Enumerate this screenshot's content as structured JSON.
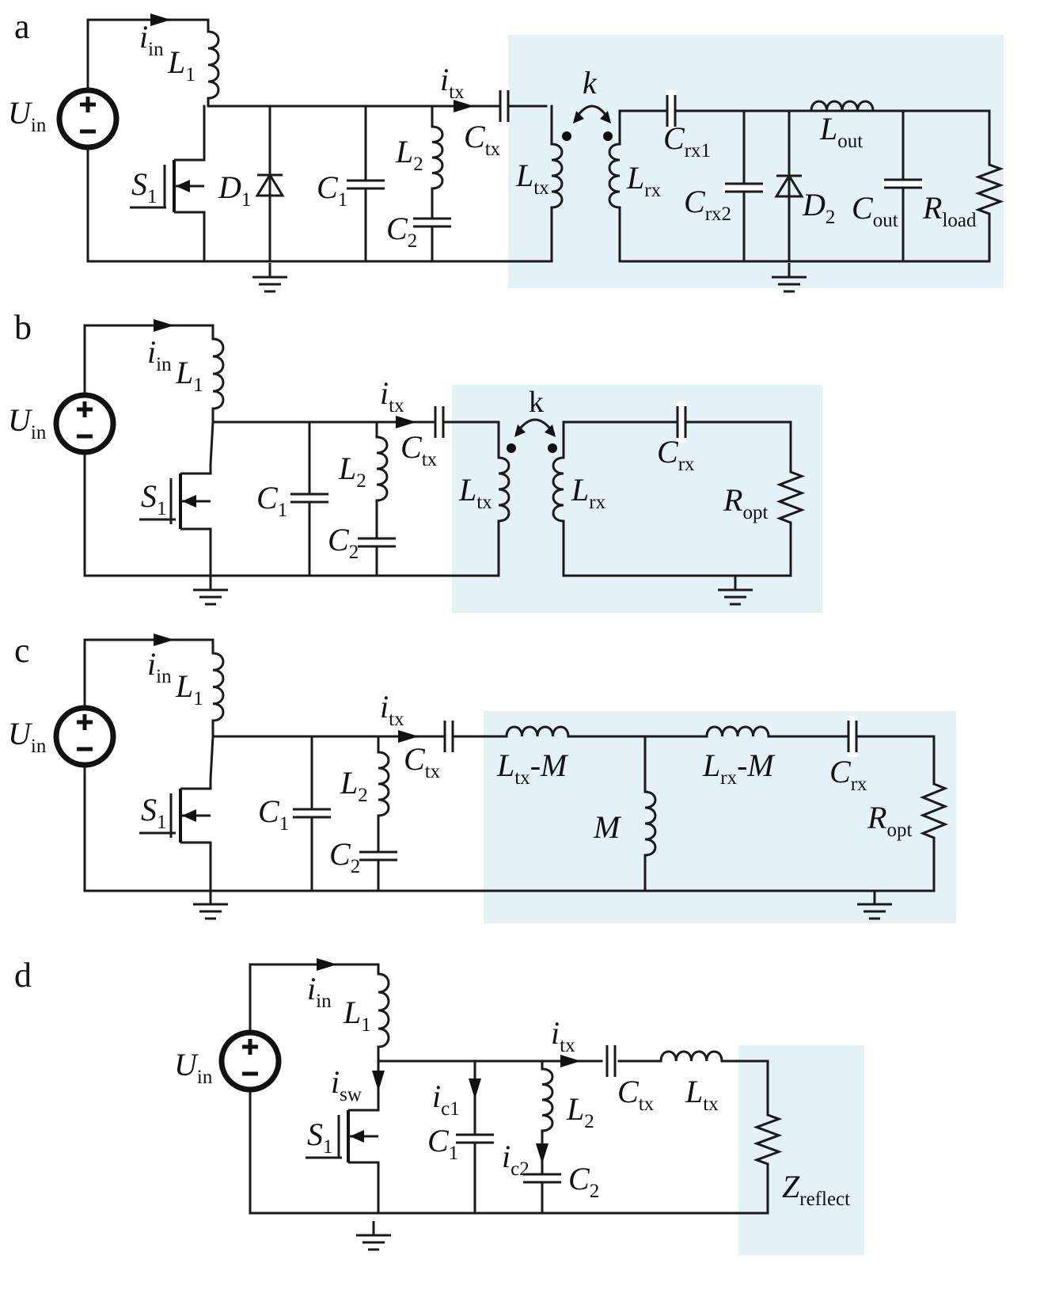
{
  "colors": {
    "highlight": "#e4f1f6",
    "wire": "#1a1a1a",
    "text": "#111111"
  },
  "panels": {
    "a": {
      "letter": "a",
      "labels": {
        "uin": [
          "U",
          "in"
        ],
        "iin": [
          "i",
          "in"
        ],
        "l1": [
          "L",
          "1"
        ],
        "s1": [
          "S",
          "1"
        ],
        "d1": [
          "D",
          "1"
        ],
        "c1": [
          "C",
          "1"
        ],
        "l2": [
          "L",
          "2"
        ],
        "c2": [
          "C",
          "2"
        ],
        "itx": [
          "i",
          "tx"
        ],
        "ctx": [
          "C",
          "tx"
        ],
        "ltx": [
          "L",
          "tx"
        ],
        "k": "k",
        "lrx": [
          "L",
          "rx"
        ],
        "crx1": [
          "C",
          "rx1"
        ],
        "crx2": [
          "C",
          "rx2"
        ],
        "d2": [
          "D",
          "2"
        ],
        "lout": [
          "L",
          "out"
        ],
        "cout": [
          "C",
          "out"
        ],
        "rload": [
          "R",
          "load"
        ]
      }
    },
    "b": {
      "letter": "b",
      "labels": {
        "uin": [
          "U",
          "in"
        ],
        "iin": [
          "i",
          "in"
        ],
        "l1": [
          "L",
          "1"
        ],
        "s1": [
          "S",
          "1"
        ],
        "c1": [
          "C",
          "1"
        ],
        "l2": [
          "L",
          "2"
        ],
        "c2": [
          "C",
          "2"
        ],
        "itx": [
          "i",
          "tx"
        ],
        "ctx": [
          "C",
          "tx"
        ],
        "k": "k",
        "ltx": [
          "L",
          "tx"
        ],
        "lrx": [
          "L",
          "rx"
        ],
        "crx": [
          "C",
          "rx"
        ],
        "ropt": [
          "R",
          "opt"
        ]
      }
    },
    "c": {
      "letter": "c",
      "labels": {
        "uin": [
          "U",
          "in"
        ],
        "iin": [
          "i",
          "in"
        ],
        "l1": [
          "L",
          "1"
        ],
        "s1": [
          "S",
          "1"
        ],
        "c1": [
          "C",
          "1"
        ],
        "l2": [
          "L",
          "2"
        ],
        "c2": [
          "C",
          "2"
        ],
        "itx": [
          "i",
          "tx"
        ],
        "ctx": [
          "C",
          "tx"
        ],
        "ltxm": [
          "L",
          "tx",
          "-M"
        ],
        "m": "M",
        "lrxm": [
          "L",
          "rx",
          "-M"
        ],
        "crx": [
          "C",
          "rx"
        ],
        "ropt": [
          "R",
          "opt"
        ]
      }
    },
    "d": {
      "letter": "d",
      "labels": {
        "uin": [
          "U",
          "in"
        ],
        "iin": [
          "i",
          "in"
        ],
        "l1": [
          "L",
          "1"
        ],
        "isw": [
          "i",
          "sw"
        ],
        "s1": [
          "S",
          "1"
        ],
        "ic1": [
          "i",
          "c1"
        ],
        "c1": [
          "C",
          "1"
        ],
        "l2": [
          "L",
          "2"
        ],
        "ic2": [
          "i",
          "c2"
        ],
        "c2": [
          "C",
          "2"
        ],
        "itx": [
          "i",
          "tx"
        ],
        "ctx": [
          "C",
          "tx"
        ],
        "ltx": [
          "L",
          "tx"
        ],
        "zref": [
          "Z",
          "reflect"
        ]
      }
    }
  }
}
